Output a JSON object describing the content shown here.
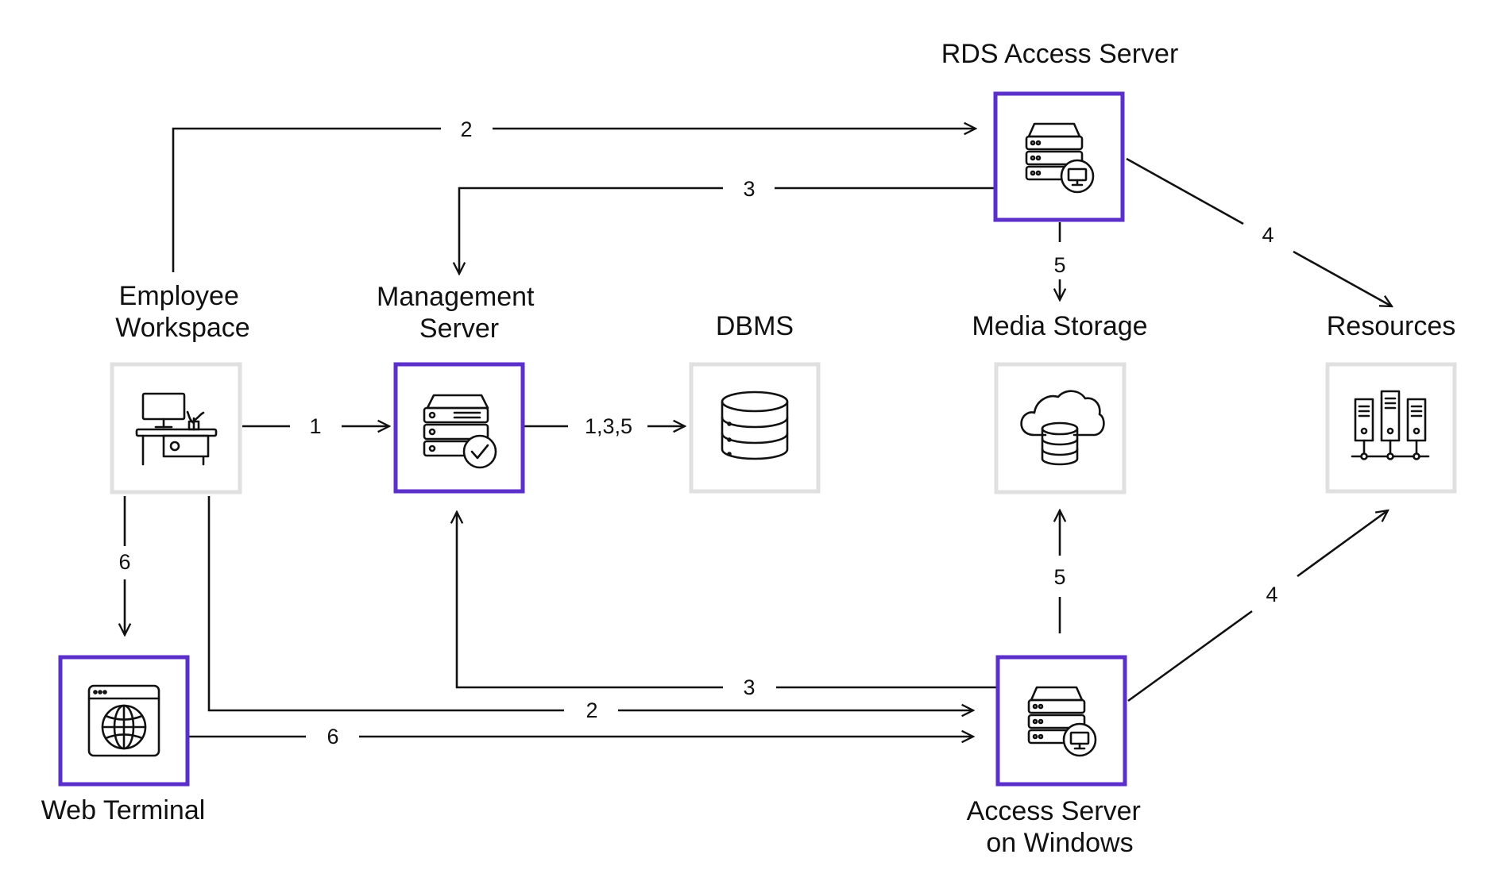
{
  "colors": {
    "accent": "#5b2fc9",
    "neutral_border": "#e0e0e0",
    "line": "#111111"
  },
  "nodes": {
    "employee_workspace": {
      "label_lines": [
        "Employee",
        "Workspace"
      ],
      "icon": "desk-workspace-icon",
      "highlight": false
    },
    "management_server": {
      "label_lines": [
        "Management",
        "Server"
      ],
      "icon": "server-check-icon",
      "highlight": true
    },
    "dbms": {
      "label_lines": [
        "DBMS"
      ],
      "icon": "database-icon",
      "highlight": false
    },
    "media_storage": {
      "label_lines": [
        "Media Storage"
      ],
      "icon": "cloud-database-icon",
      "highlight": false
    },
    "resources": {
      "label_lines": [
        "Resources"
      ],
      "icon": "server-racks-icon",
      "highlight": false
    },
    "rds_access_server": {
      "label_lines": [
        "RDS Access Server"
      ],
      "icon": "server-monitor-icon",
      "highlight": true
    },
    "web_terminal": {
      "label_lines": [
        "Web Terminal"
      ],
      "icon": "browser-globe-icon",
      "highlight": true
    },
    "access_server_windows": {
      "label_lines": [
        "Access Server",
        "on Windows"
      ],
      "icon": "server-monitor-icon",
      "highlight": true
    }
  },
  "edges": [
    {
      "id": "ws-to-mgmt",
      "from": "Employee Workspace",
      "to": "Management Server",
      "label": "1"
    },
    {
      "id": "mgmt-to-dbms",
      "from": "Management Server",
      "to": "DBMS",
      "label": "1,3,5"
    },
    {
      "id": "ws-to-rds",
      "from": "Employee Workspace",
      "to": "RDS Access Server",
      "label": "2"
    },
    {
      "id": "rds-to-mgmt",
      "from": "RDS Access Server",
      "to": "Management Server",
      "label": "3"
    },
    {
      "id": "rds-to-resources",
      "from": "RDS Access Server",
      "to": "Resources",
      "label": "4"
    },
    {
      "id": "rds-to-media",
      "from": "RDS Access Server",
      "to": "Media Storage",
      "label": "5"
    },
    {
      "id": "ws-to-webterm",
      "from": "Employee Workspace",
      "to": "Web Terminal",
      "label": "6"
    },
    {
      "id": "ws-to-asw",
      "from": "Employee Workspace",
      "to": "Access Server on Windows",
      "label": "2"
    },
    {
      "id": "webterm-to-asw",
      "from": "Web Terminal",
      "to": "Access Server on Windows",
      "label": "6"
    },
    {
      "id": "asw-to-mgmt",
      "from": "Access Server on Windows",
      "to": "Management Server",
      "label": "3"
    },
    {
      "id": "asw-to-media",
      "from": "Access Server on Windows",
      "to": "Media Storage",
      "label": "5"
    },
    {
      "id": "asw-to-resources",
      "from": "Access Server on Windows",
      "to": "Resources",
      "label": "4"
    }
  ]
}
